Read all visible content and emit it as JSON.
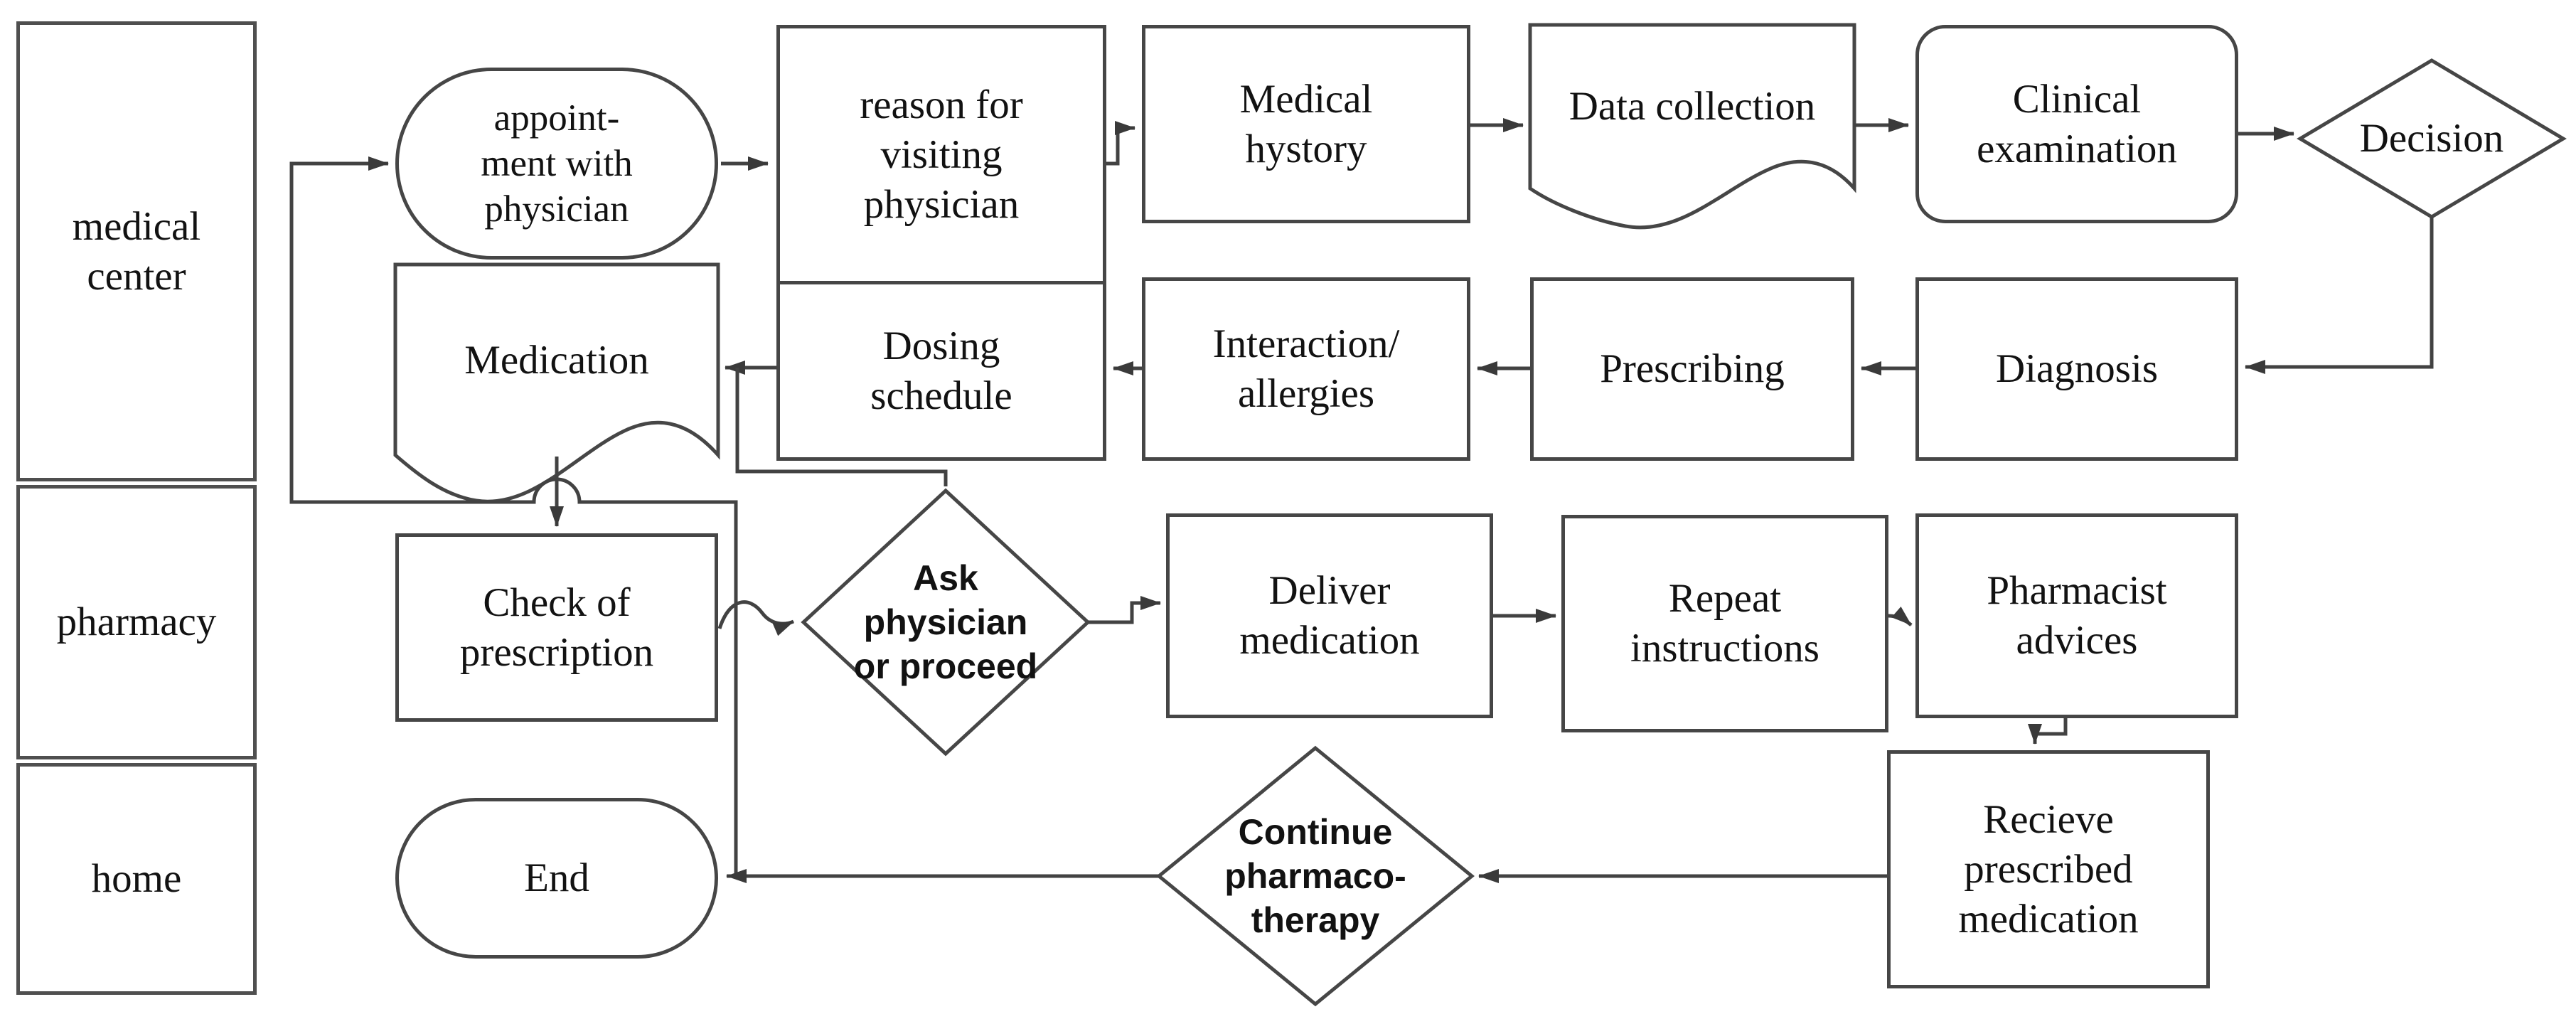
{
  "diagram": {
    "type": "flowchart",
    "description": "Medication therapy workflow across medical center, pharmacy and home swimlanes"
  },
  "colors": {
    "stroke": "#464646",
    "connector": "#424242",
    "text": "#121212",
    "background": "#ffffff"
  },
  "lanes": [
    {
      "label": "medical\ncenter"
    },
    {
      "label": "pharmacy"
    },
    {
      "label": "home"
    }
  ],
  "nodes": {
    "appointment": {
      "label": "appoint-\nment with\nphysician",
      "shape": "stadium"
    },
    "reason": {
      "label": "reason for\nvisiting\nphysician",
      "shape": "rect"
    },
    "history": {
      "label": "Medical\nhystory",
      "shape": "rect"
    },
    "data_collection": {
      "label": "Data collection",
      "shape": "document"
    },
    "clinical": {
      "label": "Clinical\nexamination",
      "shape": "rounded-rect"
    },
    "decision": {
      "label": "Decision",
      "shape": "diamond"
    },
    "diagnosis": {
      "label": "Diagnosis",
      "shape": "rect"
    },
    "prescribing": {
      "label": "Prescribing",
      "shape": "rect"
    },
    "interaction": {
      "label": "Interaction/\nallergies",
      "shape": "rect"
    },
    "dosing": {
      "label": "Dosing\nschedule",
      "shape": "rect"
    },
    "medication": {
      "label": "Medication",
      "shape": "document"
    },
    "check": {
      "label": "Check of\nprescription",
      "shape": "rect"
    },
    "ask": {
      "label": "Ask\nphysician\nor proceed",
      "shape": "diamond"
    },
    "deliver": {
      "label": "Deliver\nmedication",
      "shape": "rect"
    },
    "repeat": {
      "label": "Repeat\ninstructions",
      "shape": "rect"
    },
    "pharmacist": {
      "label": "Pharmacist\nadvices",
      "shape": "rect"
    },
    "recieve": {
      "label": "Recieve\nprescribed\nmedication",
      "shape": "rect"
    },
    "continue_therapy": {
      "label": "Continue\npharmaco-\ntherapy",
      "shape": "diamond"
    },
    "end": {
      "label": "End",
      "shape": "stadium"
    }
  }
}
